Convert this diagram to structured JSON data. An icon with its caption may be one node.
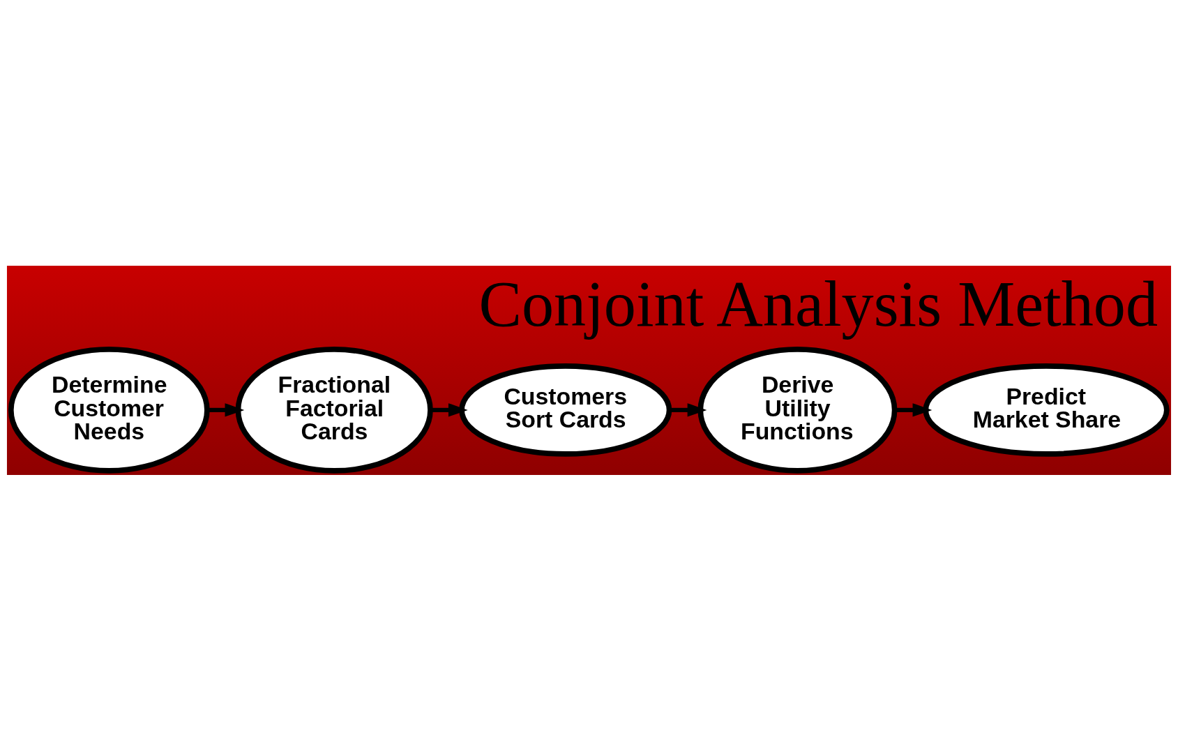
{
  "diagram": {
    "title": "Conjoint Analysis Method",
    "nodes": [
      {
        "text": [
          "Determine Customer Needs"
        ]
      },
      {
        "text": [
          "Fractional Factorial Cards"
        ]
      },
      {
        "text": [
          "Customers Sort Cards"
        ]
      },
      {
        "text": [
          "Derive Utility Functions"
        ]
      },
      {
        "text": [
          "Predict Market Share"
        ]
      }
    ],
    "edges": [
      {
        "from": 0,
        "to": 1,
        "arrow": "to"
      },
      {
        "from": 1,
        "to": 2,
        "arrow": "to"
      },
      {
        "from": 2,
        "to": 3,
        "arrow": "to"
      },
      {
        "from": 3,
        "to": 4,
        "arrow": "to"
      }
    ]
  }
}
